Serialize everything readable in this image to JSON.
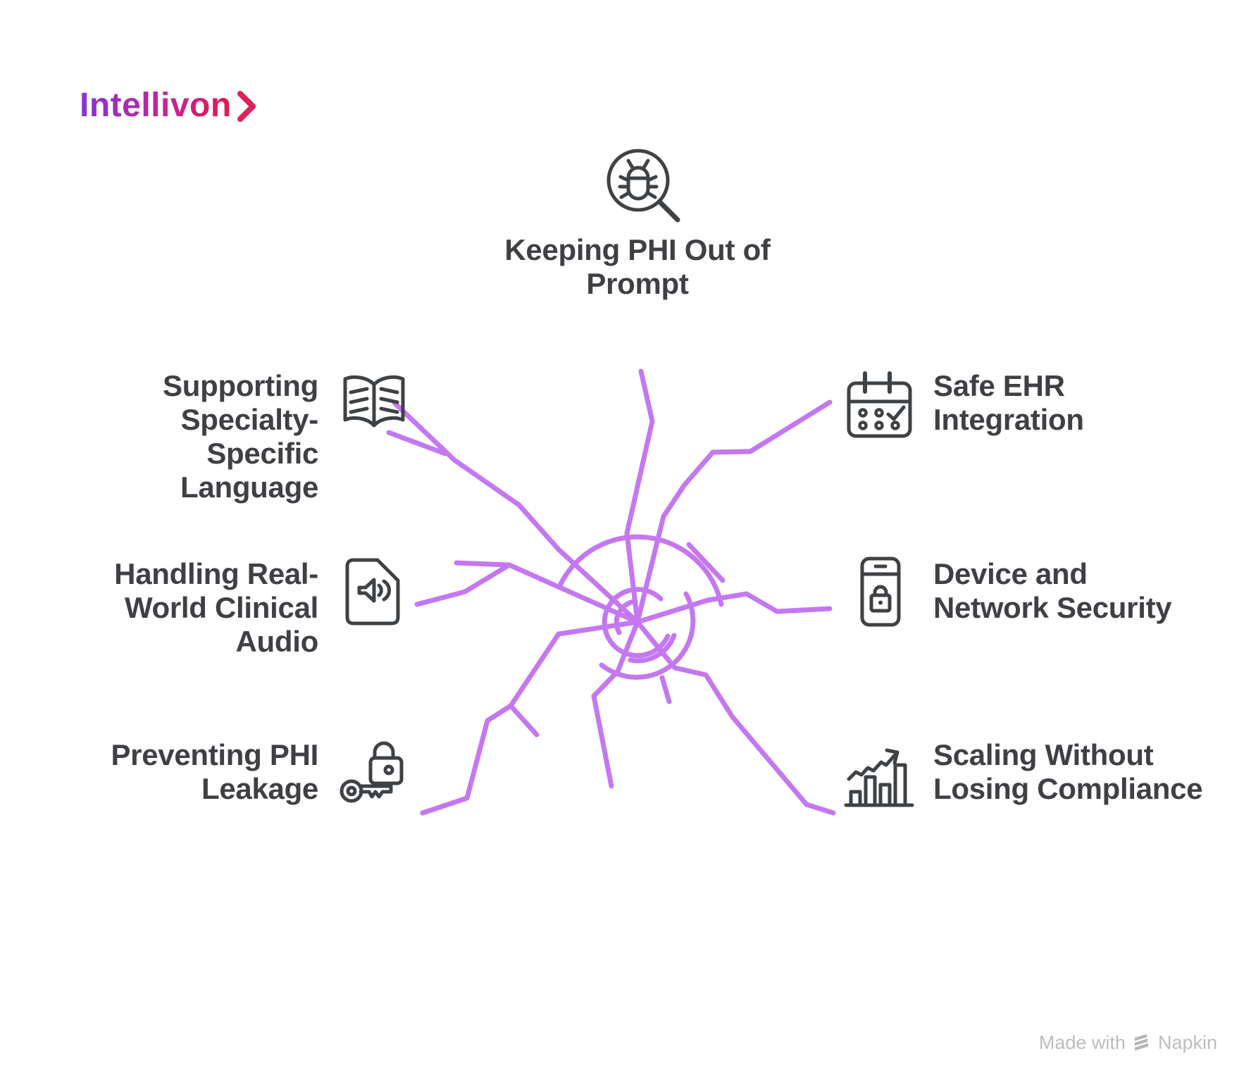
{
  "brand": {
    "name": "Intellivon"
  },
  "nodes": {
    "top": {
      "label": "Keeping PHI Out of\nPrompt",
      "icon": "bug-magnifier"
    },
    "left": [
      {
        "label": "Supporting\nSpecialty-\nSpecific\nLanguage",
        "icon": "open-book"
      },
      {
        "label": "Handling Real-\nWorld Clinical\nAudio",
        "icon": "audio-file"
      },
      {
        "label": "Preventing PHI\nLeakage",
        "icon": "lock-and-key"
      }
    ],
    "right": [
      {
        "label": "Safe EHR\nIntegration",
        "icon": "calendar-check"
      },
      {
        "label": "Device and\nNetwork Security",
        "icon": "phone-lock"
      },
      {
        "label": "Scaling Without\nLosing Compliance",
        "icon": "growth-chart"
      }
    ]
  },
  "footer": {
    "made_with_label": "Made with",
    "brand": "Napkin"
  },
  "colors": {
    "branch": "#c478f0",
    "icon": "#3f4245",
    "label": "#3e4044",
    "logo_start": "#8833d8",
    "logo_mid": "#c2249b",
    "logo_end": "#e8174b",
    "chevron": "#dd2257",
    "footer": "#bdbdbd"
  }
}
